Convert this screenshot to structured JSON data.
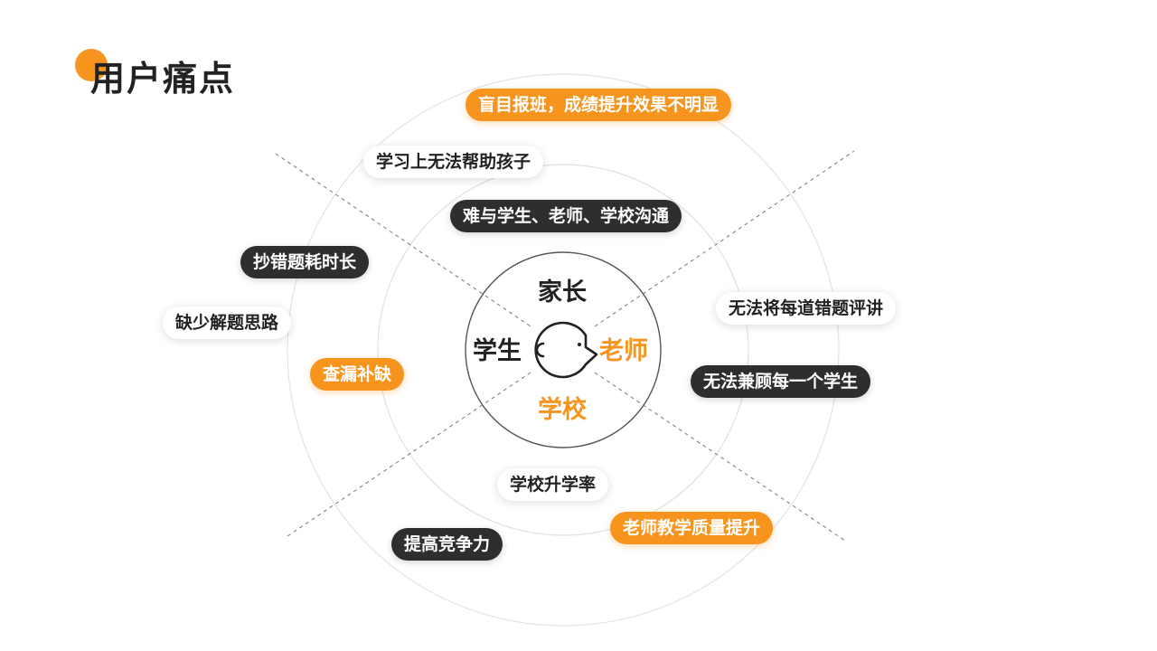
{
  "page": {
    "title": "用户痛点",
    "accent_color": "#f7941d",
    "dark_color": "#2e2e2e"
  },
  "center": {
    "icon": "face-profile-icon",
    "labels": {
      "top": "家长",
      "left": "学生",
      "right": "老师",
      "bottom": "学校"
    }
  },
  "pain_points": {
    "parent": [
      {
        "text": "盲目报班，成绩提升效果不明显",
        "style": "orange"
      },
      {
        "text": "学习上无法帮助孩子",
        "style": "light"
      },
      {
        "text": "难与学生、老师、学校沟通",
        "style": "dark"
      }
    ],
    "student": [
      {
        "text": "抄错题耗时长",
        "style": "dark"
      },
      {
        "text": "缺少解题思路",
        "style": "light"
      },
      {
        "text": "查漏补缺",
        "style": "orange"
      }
    ],
    "teacher": [
      {
        "text": "无法将每道错题评讲",
        "style": "light"
      },
      {
        "text": "无法兼顾每一个学生",
        "style": "dark"
      }
    ],
    "school": [
      {
        "text": "学校升学率",
        "style": "light"
      },
      {
        "text": "老师教学质量提升",
        "style": "orange"
      },
      {
        "text": "提高竞争力",
        "style": "dark"
      }
    ]
  }
}
